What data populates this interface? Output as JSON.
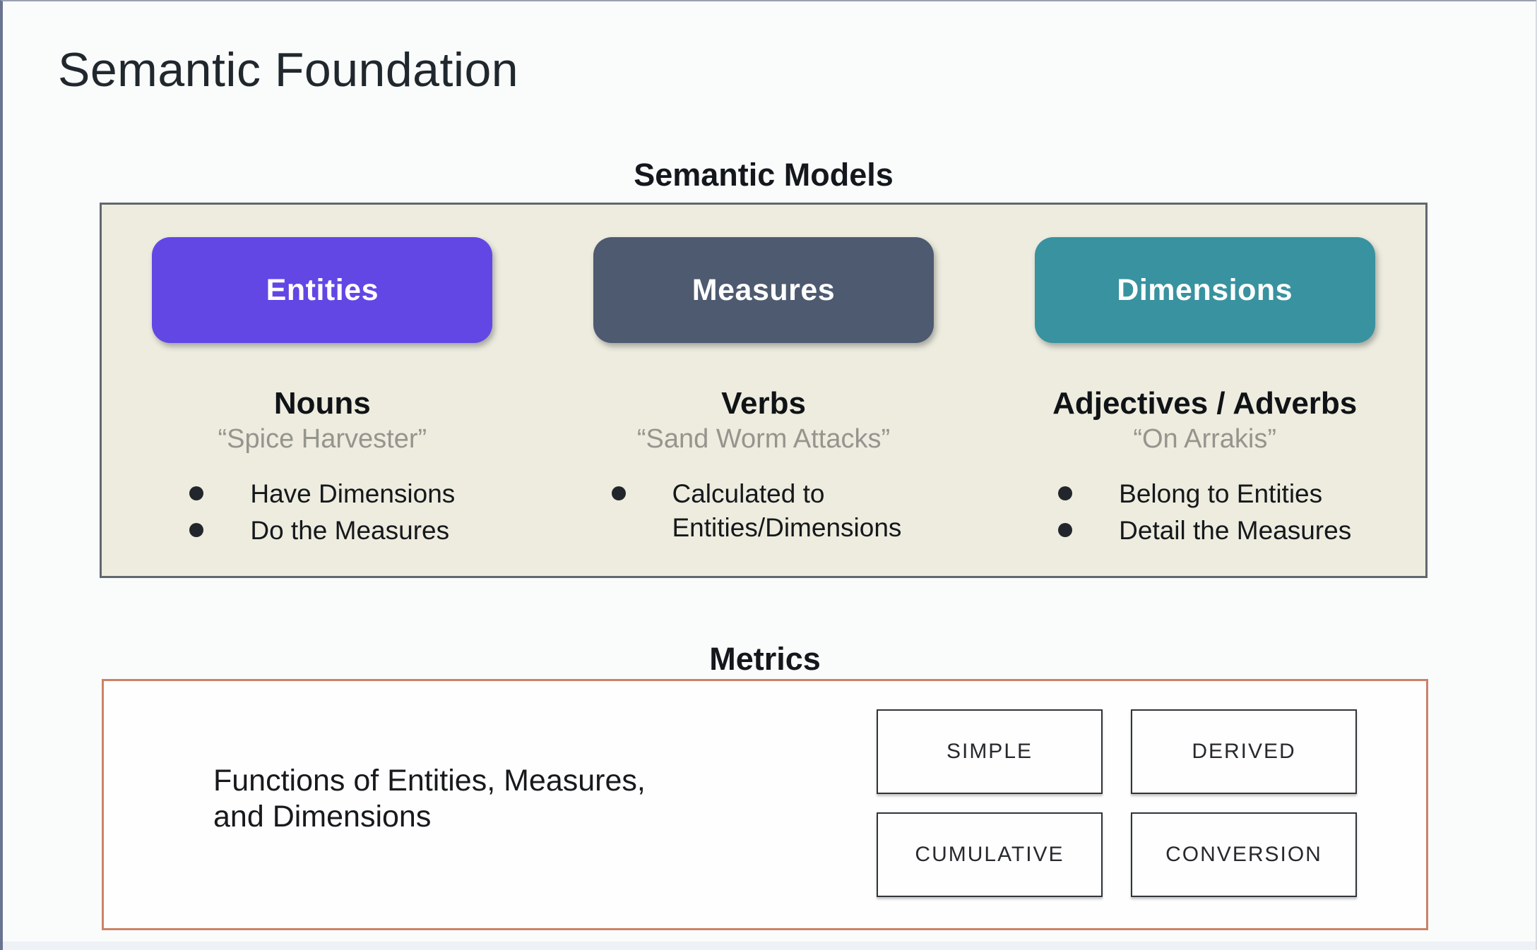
{
  "title": "Semantic Foundation",
  "semantic_models": {
    "heading": "Semantic Models",
    "columns": [
      {
        "pill_label": "Entities",
        "pill_color": "#6247e5",
        "term": "Nouns",
        "quote": "“Spice Harvester”",
        "bullets": [
          "Have Dimensions",
          "Do the Measures"
        ]
      },
      {
        "pill_label": "Measures",
        "pill_color": "#4d5a70",
        "term": "Verbs",
        "quote": "“Sand Worm Attacks”",
        "bullets": [
          "Calculated to Entities/Dimensions"
        ]
      },
      {
        "pill_label": "Dimensions",
        "pill_color": "#39929f",
        "term": "Adjectives / Adverbs",
        "quote": "“On Arrakis”",
        "bullets": [
          "Belong to Entities",
          "Detail the Measures"
        ]
      }
    ]
  },
  "metrics": {
    "heading": "Metrics",
    "description_lines": [
      "Functions of Entities, Measures,",
      "and Dimensions"
    ],
    "types": [
      "SIMPLE",
      "DERIVED",
      "CUMULATIVE",
      "CONVERSION"
    ]
  },
  "colors": {
    "semantic_box_bg": "#edecdf",
    "semantic_box_border": "#60676f",
    "metrics_box_border": "#cb8269",
    "entities_pill": "#6247e5",
    "measures_pill": "#4d5a70",
    "dimensions_pill": "#39929f",
    "quote_text": "#95958e",
    "title_text": "#20282e"
  }
}
